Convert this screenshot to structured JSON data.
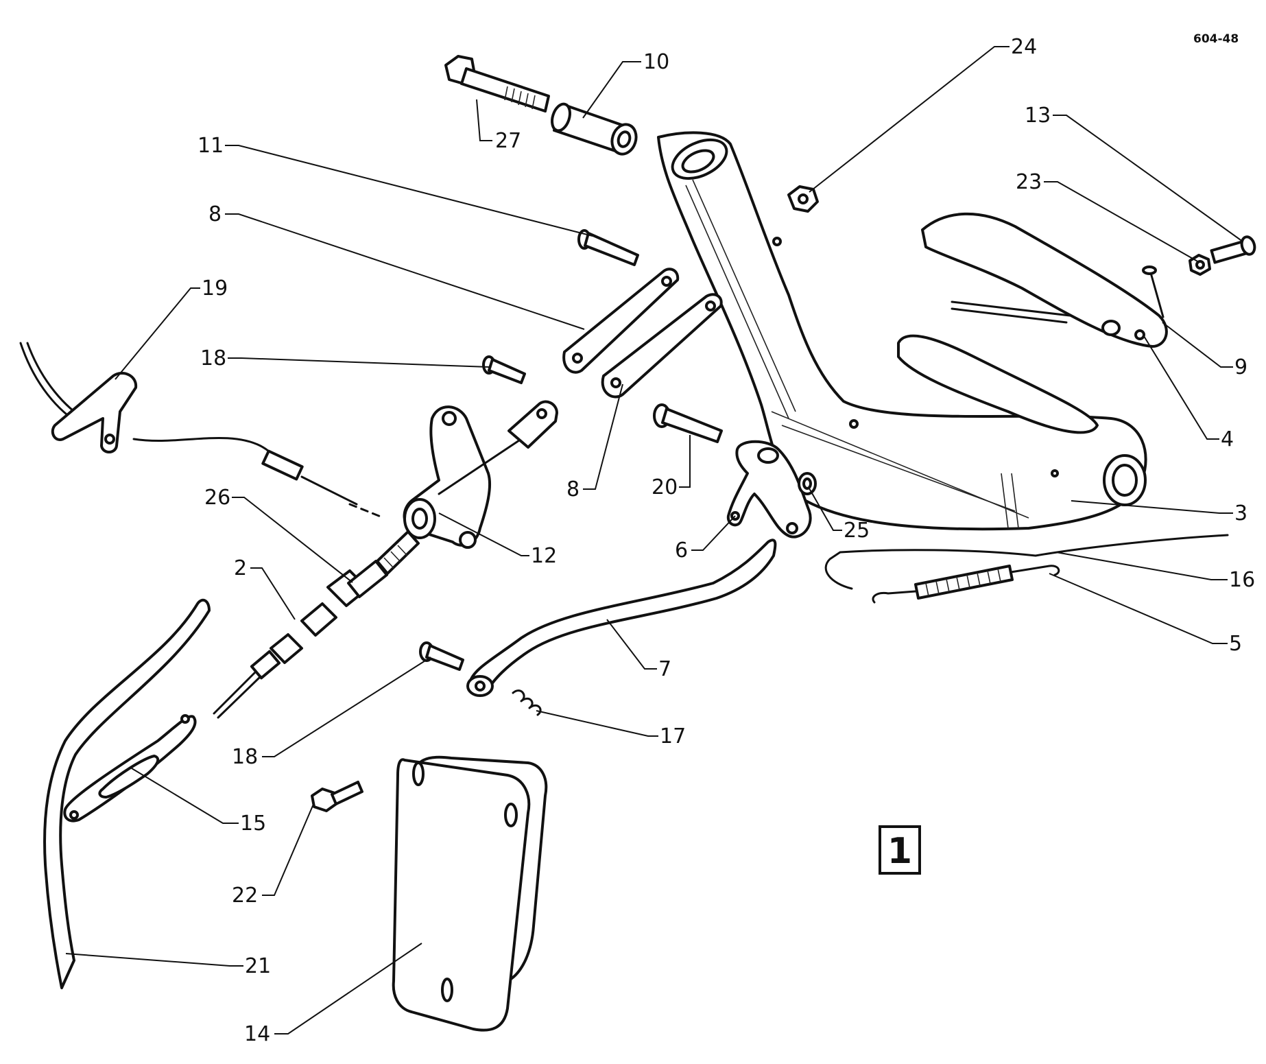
{
  "drawing": {
    "ref_code": "604-48",
    "figure_number": "1",
    "ink_color": "#111111",
    "paper_color": "#ffffff"
  },
  "callouts": [
    {
      "id": "c10",
      "label": "10"
    },
    {
      "id": "c27",
      "label": "27"
    },
    {
      "id": "c24",
      "label": "24"
    },
    {
      "id": "c13",
      "label": "13"
    },
    {
      "id": "c23",
      "label": "23"
    },
    {
      "id": "c11",
      "label": "11"
    },
    {
      "id": "c8a",
      "label": "8"
    },
    {
      "id": "c19",
      "label": "19"
    },
    {
      "id": "c9",
      "label": "9"
    },
    {
      "id": "c18a",
      "label": "18"
    },
    {
      "id": "c4",
      "label": "4"
    },
    {
      "id": "c20",
      "label": "20"
    },
    {
      "id": "c8b",
      "label": "8"
    },
    {
      "id": "c26",
      "label": "26"
    },
    {
      "id": "c3",
      "label": "3"
    },
    {
      "id": "c25",
      "label": "25"
    },
    {
      "id": "c12",
      "label": "12"
    },
    {
      "id": "c6",
      "label": "6"
    },
    {
      "id": "c2",
      "label": "2"
    },
    {
      "id": "c16",
      "label": "16"
    },
    {
      "id": "c5",
      "label": "5"
    },
    {
      "id": "c7",
      "label": "7"
    },
    {
      "id": "c17",
      "label": "17"
    },
    {
      "id": "c18b",
      "label": "18"
    },
    {
      "id": "c15",
      "label": "15"
    },
    {
      "id": "c22",
      "label": "22"
    },
    {
      "id": "c21",
      "label": "21"
    },
    {
      "id": "c14",
      "label": "14"
    }
  ]
}
